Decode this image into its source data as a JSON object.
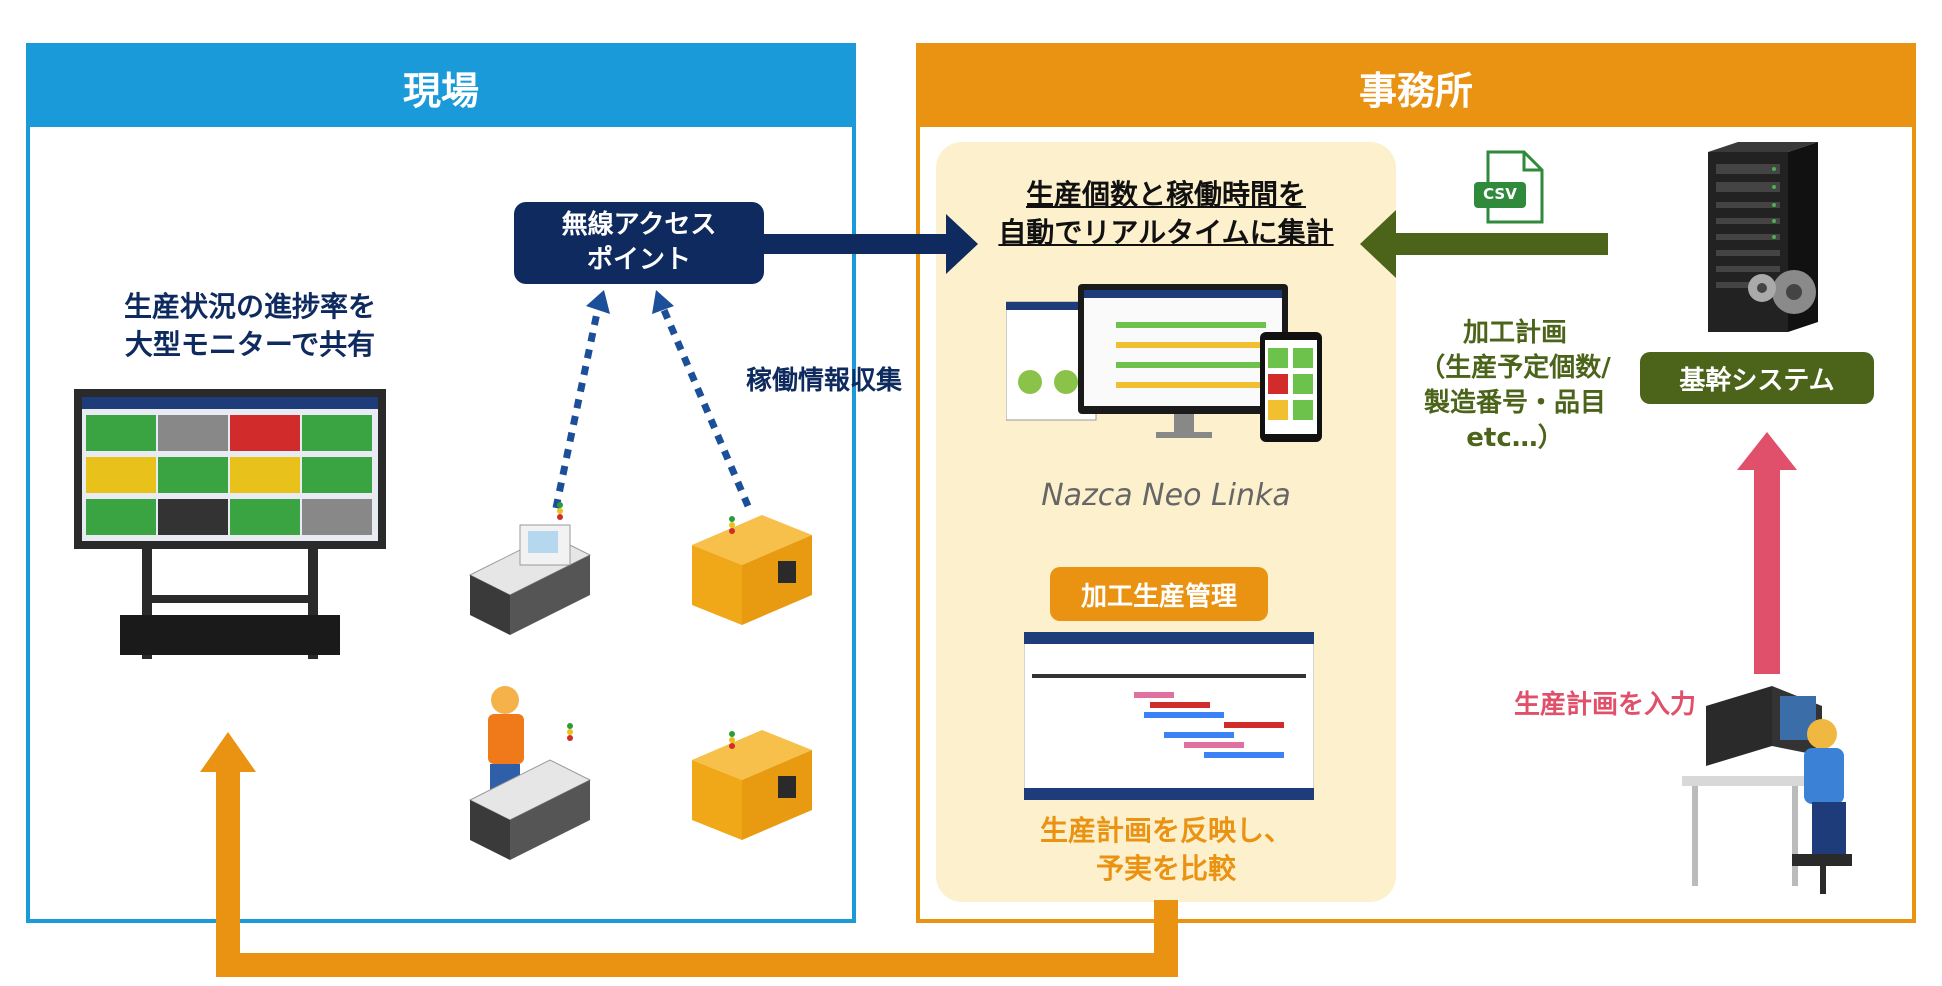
{
  "genba": {
    "title": "現場",
    "monitor_caption_l1": "生産状況の進捗率を",
    "monitor_caption_l2": "大型モニターで共有",
    "access_point_l1": "無線アクセス",
    "access_point_l2": "ポイント",
    "collect_label": "稼働情報収集"
  },
  "office": {
    "title": "事務所",
    "aggregate_l1": "生産個数と稼働時間を",
    "aggregate_l2": "自動でリアルタイムに集計",
    "product_name": "Nazca Neo Linka",
    "mgmt_label": "加工生産管理",
    "reflect_l1": "生産計画を反映し、",
    "reflect_l2": "予実を比較",
    "csv_label": "CSV",
    "plan_l1": "加工計画",
    "plan_l2": "（生産予定個数/",
    "plan_l3": "製造番号・品目",
    "plan_l4": "etc…）",
    "core_system": "基幹システム",
    "input_label": "生産計画を入力"
  },
  "colors": {
    "genba": "#1a9ad9",
    "office": "#ea9312",
    "navy": "#0e2a5e",
    "olive": "#4b6419",
    "pink": "#e0506a",
    "cream": "#fdf0cc"
  }
}
